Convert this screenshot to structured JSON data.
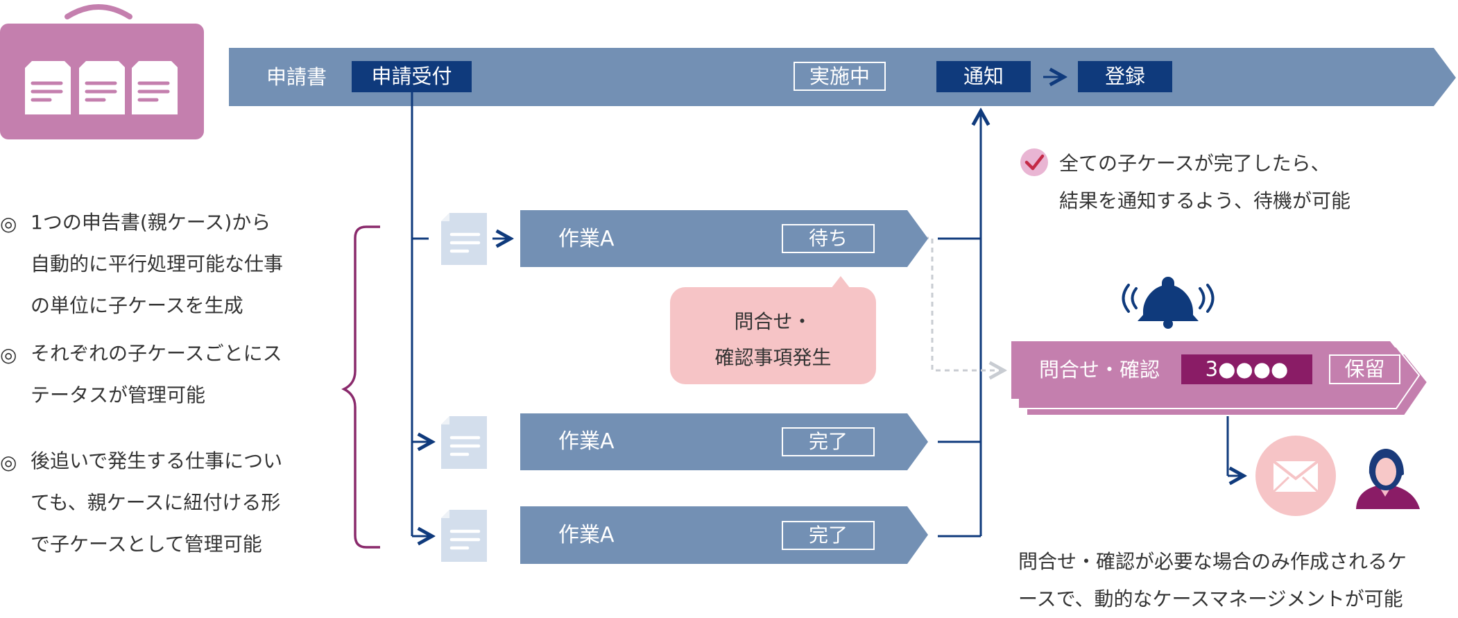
{
  "colors": {
    "main_band": "#7390b4",
    "navy": "#0f3a7c",
    "pink": "#c47fae",
    "pink_light": "#f6c4c6",
    "doc_light": "#d3deec",
    "magenta": "#8a1c66",
    "brace": "#8a2a6c",
    "text": "#333333"
  },
  "icons": {
    "case": "briefcase-documents-icon",
    "check": "check-circle-icon",
    "bell": "bell-ringing-icon",
    "mail": "envelope-icon",
    "person": "operator-person-icon",
    "doc": "document-icon"
  },
  "top_process": {
    "label": "申請書",
    "step_receive": "申請受付",
    "step_running": "実施中",
    "step_notify": "通知",
    "step_register": "登録"
  },
  "left_bullets": [
    {
      "marker": "◎",
      "lines": [
        "1つの申告書(親ケース)から",
        "自動的に平行処理可能な仕事",
        "の単位に子ケースを生成"
      ]
    },
    {
      "marker": "◎",
      "lines": [
        "それぞれの子ケースごとにス",
        "テータスが管理可能"
      ]
    },
    {
      "marker": "◎",
      "lines": [
        "後追いで発生する仕事につい",
        "ても、親ケースに紐付ける形",
        "で子ケースとして管理可能"
      ]
    }
  ],
  "child_tasks": [
    {
      "label": "作業A",
      "status": "待ち"
    },
    {
      "label": "作業A",
      "status": "完了"
    },
    {
      "label": "作業A",
      "status": "完了"
    }
  ],
  "callout": {
    "lines": [
      "問合せ・",
      "確認事項発生"
    ]
  },
  "completion_note": {
    "lines": [
      "全ての子ケースが完了したら、",
      "結果を通知するよう、待機が可能"
    ]
  },
  "inquiry_case": {
    "label": "問合せ・確認",
    "id": "3●●●●",
    "status": "保留"
  },
  "bottom_note": {
    "lines": [
      "問合せ・確認が必要な場合のみ作成されるケ",
      "ースで、動的なケースマネージメントが可能"
    ]
  }
}
